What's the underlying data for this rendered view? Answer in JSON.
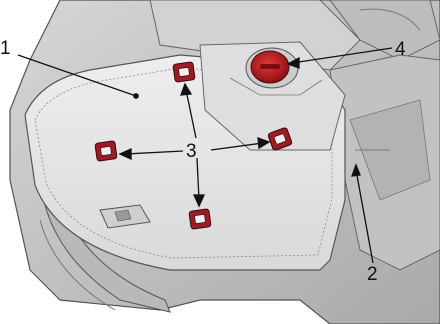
{
  "callouts": {
    "label_1": "1",
    "label_2": "2",
    "label_3": "3",
    "label_4": "4"
  },
  "colors": {
    "background": "#ffffff",
    "hull_grey": "#c9c9c9",
    "deck_grey": "#e7e7e7",
    "outline": "#555555",
    "anchor_red": "#9b1c24",
    "cap_red": "#c4161c",
    "leader": "#111111"
  },
  "icons": [
    "deck-anchor-icon",
    "fuel-cap-icon",
    "tow-hook-icon"
  ]
}
